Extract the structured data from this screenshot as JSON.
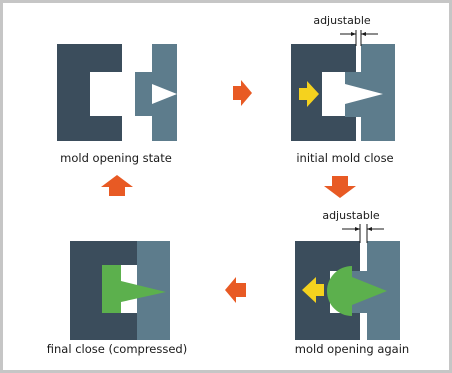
{
  "panels": {
    "mold_opening_state": {
      "caption": "mold opening state"
    },
    "initial_mold_close": {
      "caption": "initial mold close",
      "dimension_label": "adjustable"
    },
    "mold_opening_again": {
      "caption": "mold opening again",
      "dimension_label": "adjustable"
    },
    "final_close": {
      "caption": "final close (compressed)"
    }
  },
  "colors": {
    "fixed_mold": "#3b4d5c",
    "moving_mold": "#5d7c8c",
    "flow_arrow": "#e85a24",
    "press_arrow": "#f5d21e",
    "melt": "#5cb04d",
    "frame": "#c6c6c6"
  }
}
